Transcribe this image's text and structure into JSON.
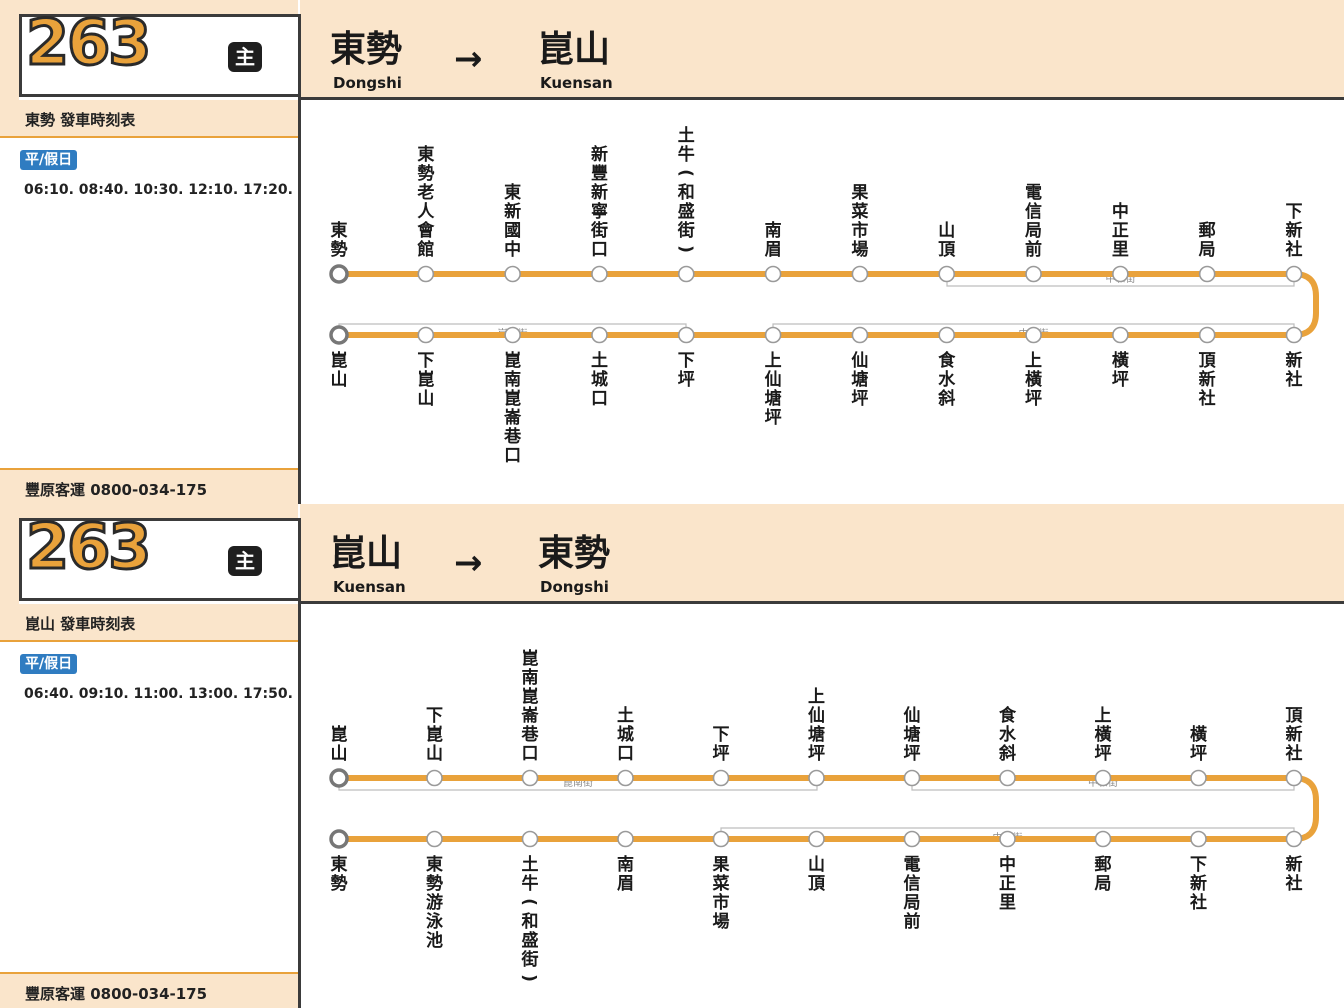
{
  "colors": {
    "route": "#e9a23b",
    "panel_bg": "#fae5cb",
    "badge_blue": "#2f7cc1",
    "dark": "#3b3b3b"
  },
  "panels": [
    {
      "route_number": "263",
      "route_badge": "主",
      "timetable_title": "東勢  發車時刻表",
      "day_type": "平/假日",
      "times": "06:10. 08:40. 10:30. 12:10. 17:20.",
      "company": "豐原客運   0800-034-175",
      "from": "東勢",
      "from_en": "Dongshi",
      "arrow": "→",
      "to": "崑山",
      "to_en": "Kuensan",
      "top_stops": [
        "東勢",
        "東勢老人會館",
        "東新國中",
        "新豐新寧街口",
        "土牛(和盛街)",
        "南眉",
        "果菜市場",
        "山頂",
        "電信局前",
        "中正里",
        "郵局",
        "下新社"
      ],
      "bottom_stops": [
        "崑山",
        "下崑山",
        "崑南崑崙巷口",
        "土城口",
        "下坪",
        "上仙塘坪",
        "仙塘坪",
        "食水斜",
        "上橫坪",
        "橫坪",
        "頂新社",
        "新社"
      ],
      "streets": [
        "中和街",
        "崑南街",
        "中和街"
      ]
    },
    {
      "route_number": "263",
      "route_badge": "主",
      "timetable_title": "崑山  發車時刻表",
      "day_type": "平/假日",
      "times": "06:40. 09:10. 11:00. 13:00. 17:50.",
      "company": "豐原客運   0800-034-175",
      "from": "崑山",
      "from_en": "Kuensan",
      "arrow": "→",
      "to": "東勢",
      "to_en": "Dongshi",
      "top_stops": [
        "崑山",
        "下崑山",
        "崑南崑崙巷口",
        "土城口",
        "下坪",
        "上仙塘坪",
        "仙塘坪",
        "食水斜",
        "上橫坪",
        "橫坪",
        "頂新社"
      ],
      "bottom_stops": [
        "東勢",
        "東勢游泳池",
        "土牛(和盛街)",
        "南眉",
        "果菜市場",
        "山頂",
        "電信局前",
        "中正里",
        "郵局",
        "下新社",
        "新社"
      ],
      "streets": [
        "崑南街",
        "中和街",
        "中和街"
      ]
    }
  ]
}
